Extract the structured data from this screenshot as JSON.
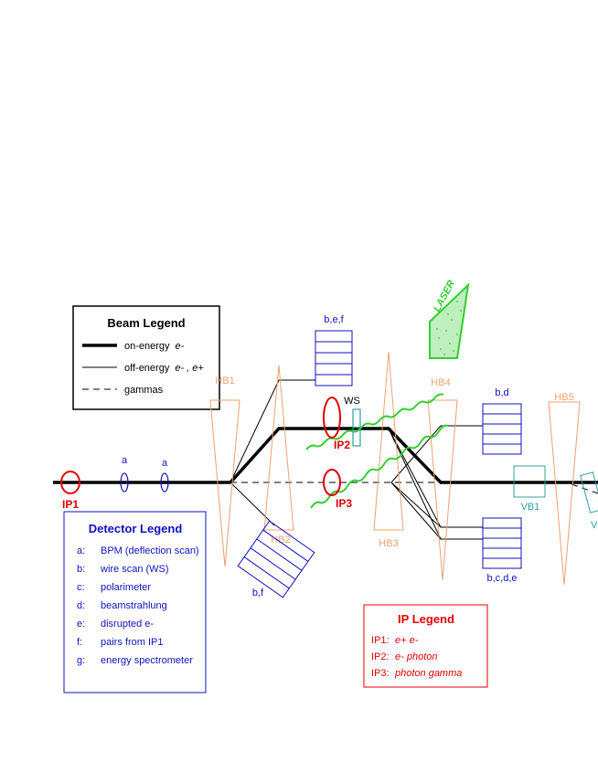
{
  "colors": {
    "ink": "#000000",
    "ip_red": "#e00000",
    "detector_blue": "#1010c0",
    "bend_orange": "#f0a070",
    "vb_teal": "#30a0a0",
    "laser_green": "#30d030",
    "box_border_black": "#000000"
  },
  "beam_legend": {
    "title": "Beam   Legend",
    "on_energy": "on-energy",
    "on_energy_particle": "e-",
    "off_energy": "off-energy",
    "off_energy_particles": "e- ,  e+",
    "gammas": "gammas"
  },
  "detector_legend": {
    "title": "Detector  Legend",
    "items": [
      {
        "key": "a:",
        "desc": "BPM  (deflection  scan)"
      },
      {
        "key": "b:",
        "desc": "wire  scan  (WS)"
      },
      {
        "key": "c:",
        "desc": "polarimeter"
      },
      {
        "key": "d:",
        "desc": "beamstrahlung"
      },
      {
        "key": "e:",
        "desc": "disrupted  e-"
      },
      {
        "key": "f:",
        "desc": "pairs  from  IP1"
      },
      {
        "key": "g:",
        "desc": "energy  spectrometer"
      }
    ]
  },
  "ip_legend": {
    "title": "IP  Legend",
    "items": [
      {
        "key": "IP1:",
        "desc": "e+  e-"
      },
      {
        "key": "IP2:",
        "desc": "e-  photon"
      },
      {
        "key": "IP3:",
        "desc": "photon gamma"
      }
    ]
  },
  "labels": {
    "ip1": "IP1",
    "ip2": "IP2",
    "ip3": "IP3",
    "ws": "WS",
    "laser": "LASER",
    "bpm_a1": "a",
    "bpm_a2": "a",
    "det_bef": "b,e,f",
    "det_bf": "b,f",
    "det_bd": "b,d",
    "det_bcde": "b,c,d,e",
    "hb1": "HB1",
    "hb2": "HB2",
    "hb3": "HB3",
    "hb4": "HB4",
    "hb5": "HB5",
    "vb1": "VB1",
    "vb2_partial": "VI"
  }
}
